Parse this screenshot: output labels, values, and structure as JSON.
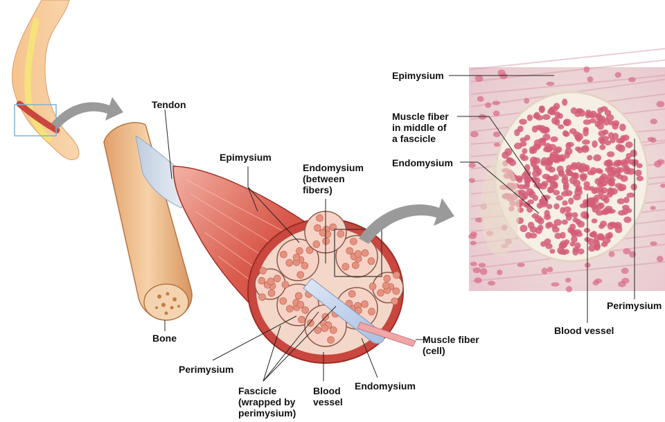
{
  "colors": {
    "muscle": "#c9473f",
    "muscle_light": "#e98a7d",
    "bone": "#f2c69a",
    "tendon": "#dde6ef",
    "tissue_bg": "#efe6dc",
    "fiber": "#d45d78",
    "arrow": "#9a9a9a",
    "leader": "#222222"
  },
  "labels": {
    "tendon": "Tendon",
    "epimysium_left": "Epimysium",
    "endomysium_top": "Endomysium\n(between\nfibers)",
    "bone": "Bone",
    "perimysium_left": "Perimysium",
    "fascicle": "Fascicle\n(wrapped by\nperimysium)",
    "blood_vessel_left": "Blood\nvessel",
    "endomysium_bottom": "Endomysium",
    "muscle_fiber_cell": "Muscle fiber\n(cell)",
    "epimysium_right": "Epimysium",
    "muscle_fiber_middle": "Muscle fiber\nin middle of\na fascicle",
    "endomysium_right": "Endomysium",
    "perimysium_right": "Perimysium",
    "blood_vessel_right": "Blood vessel"
  }
}
